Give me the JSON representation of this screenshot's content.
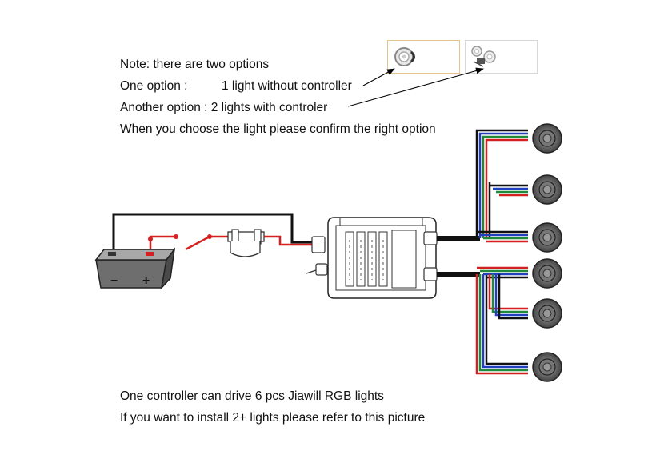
{
  "note": {
    "line1": "Note: there are two options",
    "line2a": "One option :",
    "line2b": "1 light without controller",
    "line3": "Another option : 2 lights with controler",
    "line4": "When you choose the light please confirm the right option"
  },
  "footer": {
    "line1": "One controller can drive 6 pcs Jiawill RGB lights",
    "line2": "If you want to install 2+ lights please refer to this picture"
  },
  "battery": {
    "minus": "−",
    "plus": "+"
  },
  "colors": {
    "wire_red": "#d42020",
    "wire_green": "#1f8a3a",
    "wire_blue": "#2040c0",
    "wire_black": "#111111",
    "battery_body": "#6e6e6e",
    "light_ring": "#5a5a5a"
  }
}
